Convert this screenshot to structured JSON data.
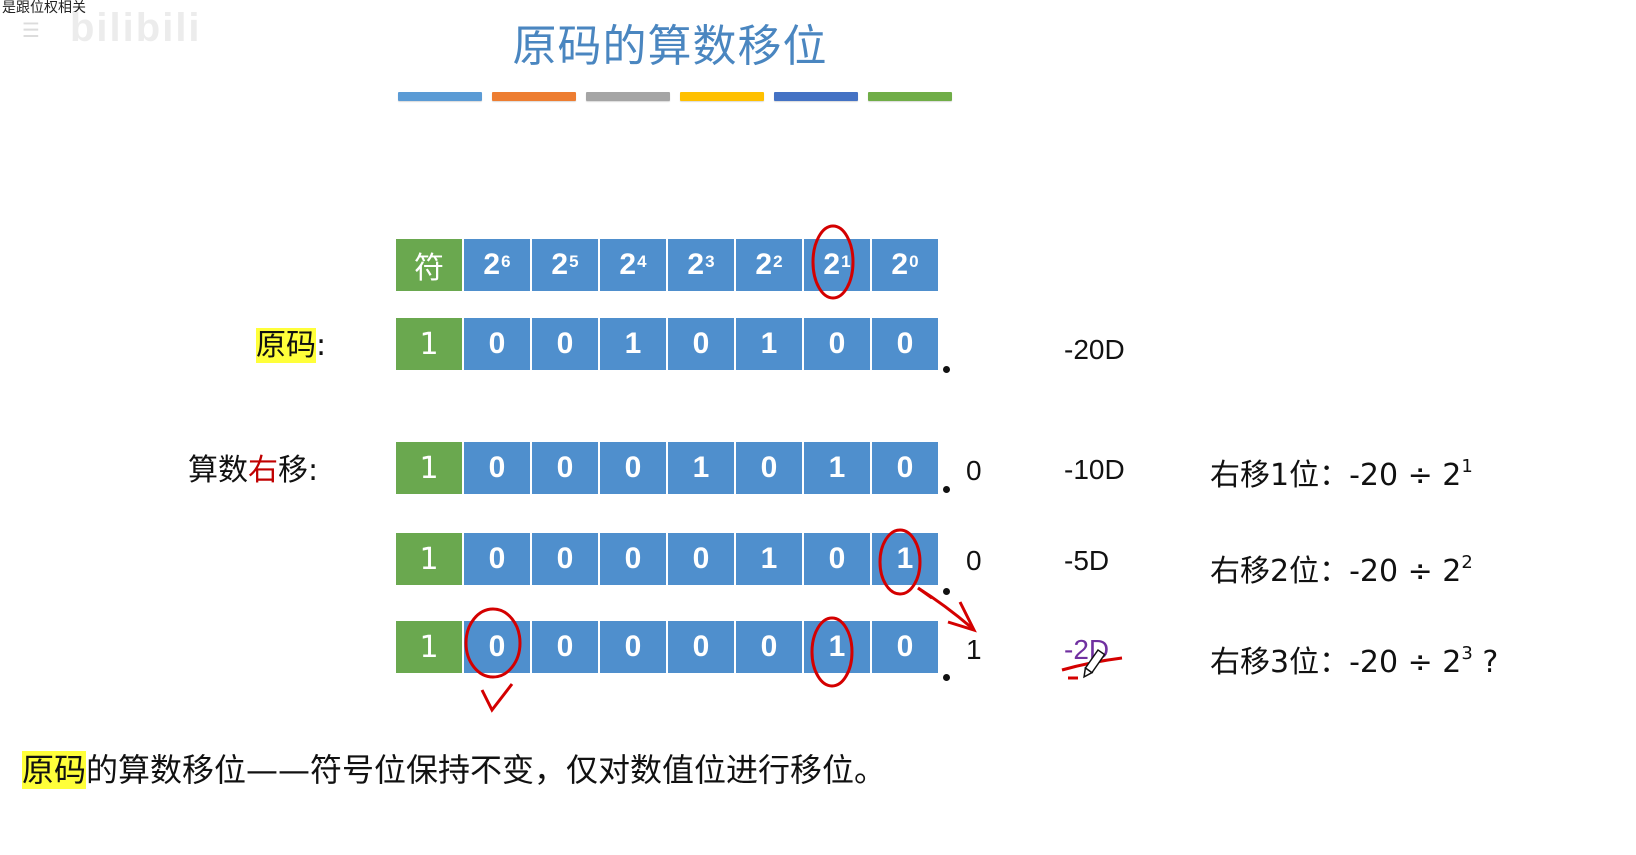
{
  "overlay": {
    "subtitle_text": "是跟位权相关",
    "watermark_text": "bilibili",
    "menu_icon": "menu-lines-icon"
  },
  "slide": {
    "title": "原码的算数移位",
    "color_bars": [
      "#5b9bd5",
      "#ed7d31",
      "#a5a5a5",
      "#ffc000",
      "#4472c4",
      "#70ad47"
    ],
    "colors": {
      "title": "#4a86c0",
      "sign_cell": "#6aa84f",
      "value_cell": "#4f8fcd",
      "highlight": "#ffff3a",
      "annotation_red": "#d40000",
      "annotation_purple": "#7030a0"
    },
    "header_row": {
      "sign_label": "符",
      "weights": [
        {
          "base": "2",
          "exp": "6"
        },
        {
          "base": "2",
          "exp": "5"
        },
        {
          "base": "2",
          "exp": "4"
        },
        {
          "base": "2",
          "exp": "3"
        },
        {
          "base": "2",
          "exp": "2"
        },
        {
          "base": "2",
          "exp": "1"
        },
        {
          "base": "2",
          "exp": "0"
        }
      ]
    },
    "original": {
      "label_highlight": "原码",
      "label_suffix": ":",
      "bits": [
        "1",
        "0",
        "0",
        "1",
        "0",
        "1",
        "0",
        "0"
      ],
      "decimal": "-20D"
    },
    "shift_label": {
      "part1": "算数",
      "part2_red": "右",
      "part3": "移:"
    },
    "shifts": [
      {
        "bits": [
          "1",
          "0",
          "0",
          "0",
          "1",
          "0",
          "1",
          "0"
        ],
        "shifted_out": "0",
        "decimal": "-10D",
        "formula_label": "右移1位：",
        "formula_expr": "-20 ÷ 2",
        "formula_exp": "1",
        "formula_suffix": ""
      },
      {
        "bits": [
          "1",
          "0",
          "0",
          "0",
          "0",
          "1",
          "0",
          "1"
        ],
        "shifted_out": "0",
        "decimal": "-5D",
        "formula_label": "右移2位：",
        "formula_expr": "-20 ÷ 2",
        "formula_exp": "2",
        "formula_suffix": ""
      },
      {
        "bits": [
          "1",
          "0",
          "0",
          "0",
          "0",
          "0",
          "1",
          "0"
        ],
        "shifted_out": "1",
        "decimal": "-2D",
        "formula_label": "右移3位：",
        "formula_expr": "-20 ÷ 2",
        "formula_exp": "3",
        "formula_suffix": " ?"
      }
    ],
    "caption": {
      "highlight": "原码",
      "rest": "的算数移位——符号位保持不变，仅对数值位进行移位。"
    }
  }
}
